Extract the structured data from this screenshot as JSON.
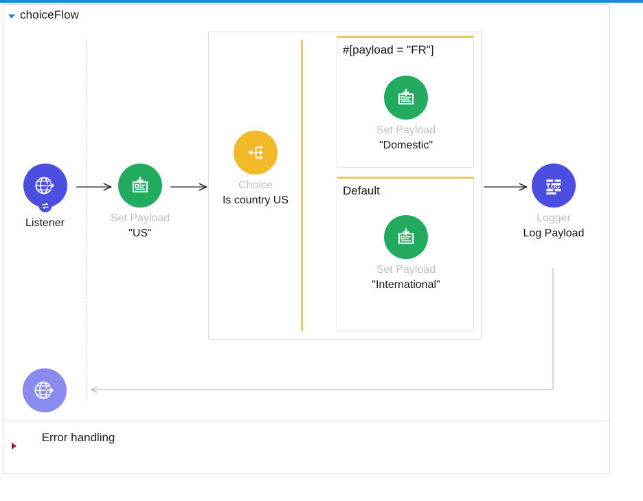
{
  "theme": {
    "accent_blue": "#1e8ad6",
    "node_blue": "#4b4ee0",
    "node_blue_light": "#8a8bee",
    "node_green": "#22ab5f",
    "node_amber": "#f2b928",
    "branch_amber": "#e3c85c",
    "error_red": "#a3123a",
    "type_label_gray": "#bfbfbf",
    "frame_border": "#d8d8d8"
  },
  "flow": {
    "title": "choiceFlow",
    "collapse_icon": "triangle-down-icon"
  },
  "nodes": {
    "listener": {
      "type": "Listener",
      "name": "",
      "icon": "globe-arrow-icon",
      "badge_icon": "exchange-icon"
    },
    "set_payload_us": {
      "type": "Set Payload",
      "name": "\"US\"",
      "icon": "set-payload-icon"
    },
    "choice": {
      "type": "Choice",
      "name": "Is country US",
      "icon": "choice-branch-icon"
    },
    "logger": {
      "type": "Logger",
      "name": "Log Payload",
      "icon": "log-icon"
    },
    "response": {
      "type": "",
      "name": "",
      "icon": "globe-arrow-icon"
    }
  },
  "choice_branches": [
    {
      "label": "#[payload   =   \"FR\"]",
      "node": {
        "type": "Set Payload",
        "name": "\"Domestic\"",
        "icon": "set-payload-icon"
      }
    },
    {
      "label": "Default",
      "node": {
        "type": "Set Payload",
        "name": "\"International\"",
        "icon": "set-payload-icon"
      }
    }
  ],
  "error_section": {
    "label": "Error handling",
    "expand_icon": "triangle-right-icon"
  }
}
